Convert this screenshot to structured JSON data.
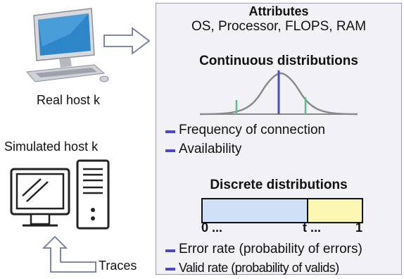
{
  "left": {
    "real_host_label": "Real host k",
    "simulated_host_label": "Simulated host k",
    "traces_label": "Traces"
  },
  "panel": {
    "attributes_title": "Attributes",
    "attributes_list": "OS, Processor, FLOPS, RAM",
    "continuous_title": "Continuous distributions",
    "continuous_items": [
      "Frequency of connection",
      "Availability"
    ],
    "discrete_title": "Discrete distributions",
    "discrete_axis": {
      "start": "0 ...",
      "mid": "t ...",
      "end": "1"
    },
    "discrete_items": [
      "Error rate (probability of errors)",
      "Valid rate (probability of valids)"
    ]
  },
  "colors": {
    "bar_left": "#cfe0f7",
    "bar_right": "#fbf6b2",
    "accent": "#4a4ac8",
    "curve": "#888888",
    "marker": "#55c08a"
  }
}
